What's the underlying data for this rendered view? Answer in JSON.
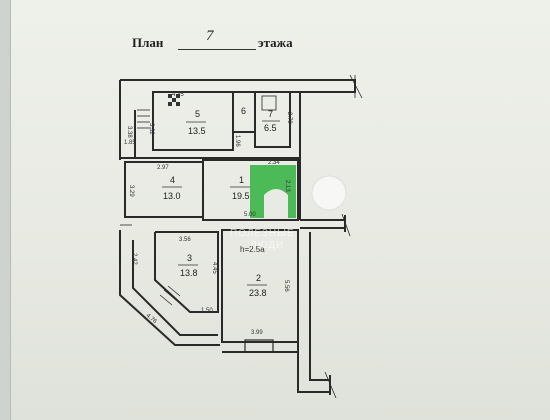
{
  "header": {
    "plan_label": "План",
    "floor_number": "7",
    "floor_label": "этажа"
  },
  "watermark": {
    "line1": "ПОЛЕЗНЫЕ",
    "line2": "ЛЮДИ"
  },
  "extra_label": "h=2.5a",
  "rooms": [
    {
      "id": "1",
      "area": "19.5"
    },
    {
      "id": "2",
      "area": "23.8"
    },
    {
      "id": "3",
      "area": "13.8"
    },
    {
      "id": "4",
      "area": "13.0"
    },
    {
      "id": "5",
      "area": "13.5"
    },
    {
      "id": "6",
      "area": ""
    },
    {
      "id": "7",
      "area": "6.5"
    }
  ],
  "dimensions": [
    "4.35",
    "3.38",
    "1.85",
    "2.97",
    "3.29",
    "3.32",
    "5.00",
    "3.56",
    "4.45",
    "5.56",
    "3.99",
    "1.50",
    "4.76",
    "2.42",
    "2.79",
    "2.34",
    "1.96",
    "2.13"
  ],
  "colors": {
    "green_accent": "#3eb54a",
    "ink": "#2a2a2a"
  }
}
